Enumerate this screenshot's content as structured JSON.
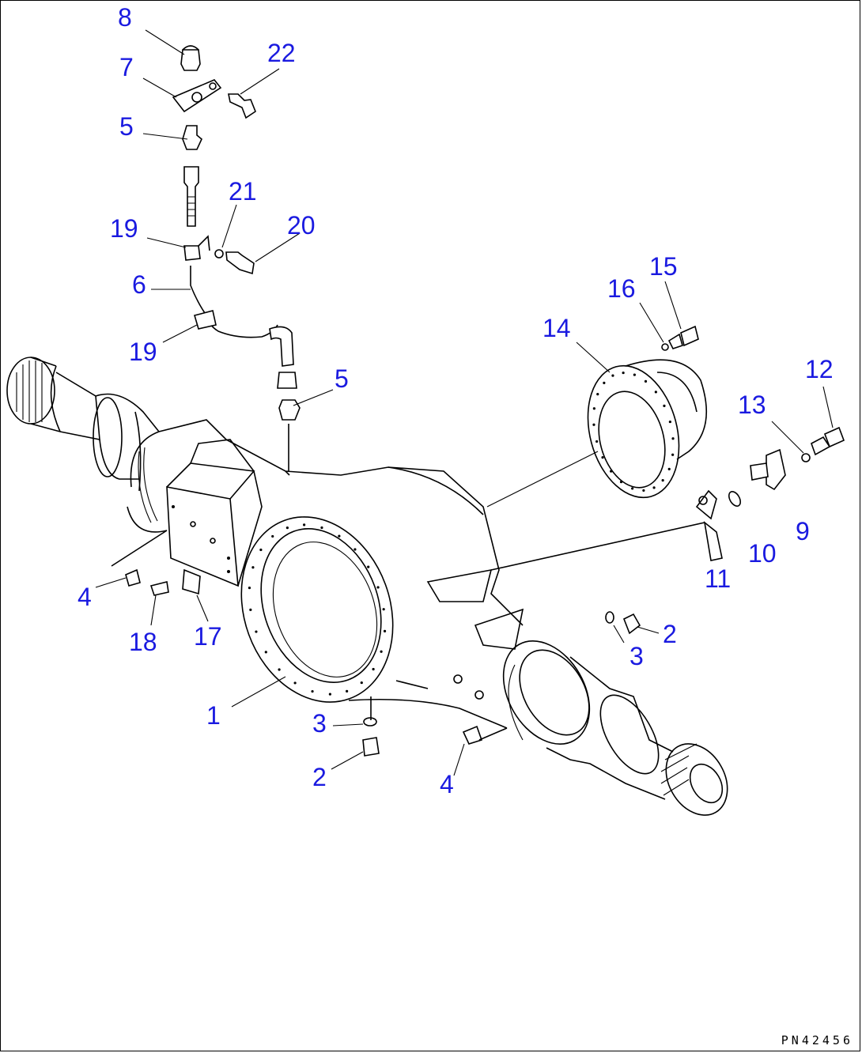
{
  "callouts": [
    {
      "id": "c8",
      "text": "8"
    },
    {
      "id": "c7",
      "text": "7"
    },
    {
      "id": "c22",
      "text": "22"
    },
    {
      "id": "c5a",
      "text": "5"
    },
    {
      "id": "c21",
      "text": "21"
    },
    {
      "id": "c19a",
      "text": "19"
    },
    {
      "id": "c20",
      "text": "20"
    },
    {
      "id": "c6",
      "text": "6"
    },
    {
      "id": "c19b",
      "text": "19"
    },
    {
      "id": "c5b",
      "text": "5"
    },
    {
      "id": "c15",
      "text": "15"
    },
    {
      "id": "c16",
      "text": "16"
    },
    {
      "id": "c14",
      "text": "14"
    },
    {
      "id": "c12",
      "text": "12"
    },
    {
      "id": "c13",
      "text": "13"
    },
    {
      "id": "c9",
      "text": "9"
    },
    {
      "id": "c10",
      "text": "10"
    },
    {
      "id": "c11",
      "text": "11"
    },
    {
      "id": "c4a",
      "text": "4"
    },
    {
      "id": "c18",
      "text": "18"
    },
    {
      "id": "c17",
      "text": "17"
    },
    {
      "id": "c2a",
      "text": "2"
    },
    {
      "id": "c3a",
      "text": "3"
    },
    {
      "id": "c1",
      "text": "1"
    },
    {
      "id": "c3b",
      "text": "3"
    },
    {
      "id": "c2b",
      "text": "2"
    },
    {
      "id": "c4b",
      "text": "4"
    }
  ],
  "reference_code": "PN42456",
  "colors": {
    "callout": "#1a1ae0",
    "line": "#000000",
    "background": "#ffffff"
  }
}
